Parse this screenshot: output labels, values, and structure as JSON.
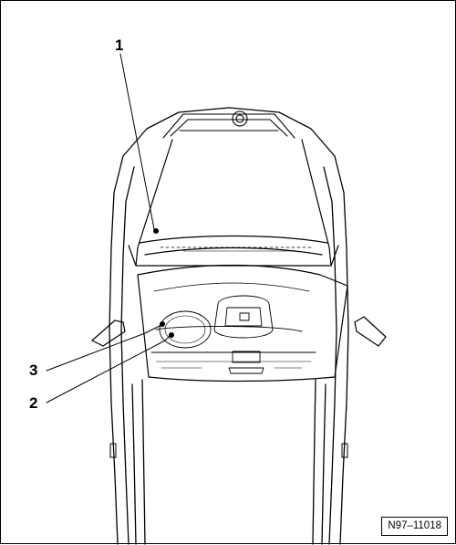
{
  "callouts": [
    {
      "id": "1",
      "label": "1"
    },
    {
      "id": "2",
      "label": "2"
    },
    {
      "id": "3",
      "label": "3"
    }
  ],
  "reference_code": "N97–11018",
  "colors": {
    "line": "#000000",
    "background": "#ffffff"
  }
}
